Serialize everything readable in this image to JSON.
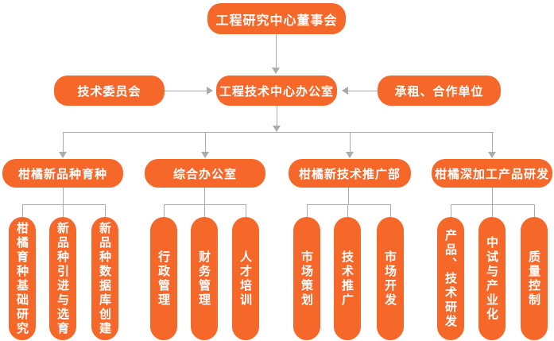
{
  "colors": {
    "accent": "#F6672A",
    "connector": "#ABABAB",
    "node_text": "#FFFFFF",
    "background": "#FFFFFF"
  },
  "org": {
    "root": "工程研究中心董事会",
    "level2": {
      "left": "技术委员会",
      "center": "工程技术中心办公室",
      "right": "承租、合作单位"
    },
    "departments": [
      {
        "label": "柑橘新品种育种",
        "children": [
          "柑橘育种基础研究",
          "新品种引进与选育",
          "新品种数据库创建"
        ]
      },
      {
        "label": "综合办公室",
        "children": [
          "行政管理",
          "财务管理",
          "人才培训"
        ]
      },
      {
        "label": "柑橘新技术推广部",
        "children": [
          "市场策划",
          "技术推广",
          "市场开发"
        ]
      },
      {
        "label": "柑橘深加工产品研发",
        "children": [
          "产品、技术研发",
          "中试与产业化",
          "质量控制"
        ]
      }
    ]
  }
}
